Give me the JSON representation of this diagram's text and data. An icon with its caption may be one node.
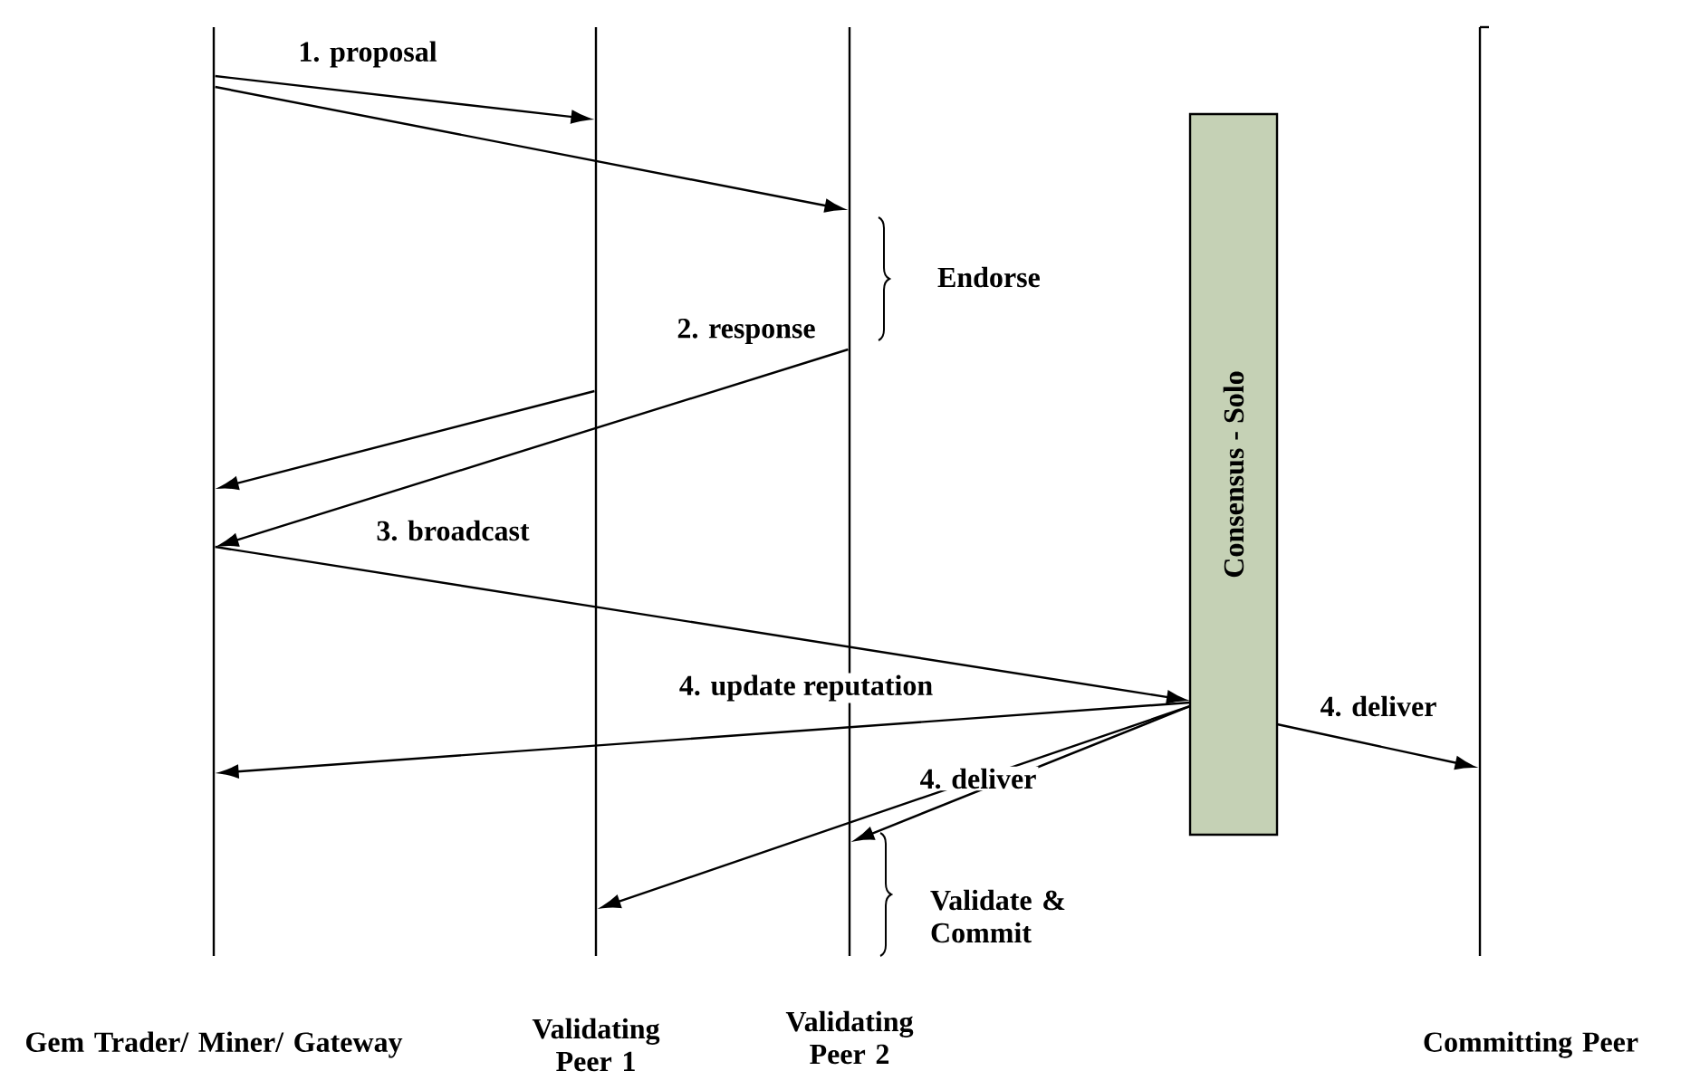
{
  "diagram": {
    "nodes": [
      {
        "text": [],
        "shape": "line"
      },
      {
        "text": [],
        "shape": "line"
      },
      {
        "text": [],
        "shape": "line"
      },
      {
        "text": [
          "Consensus - Solo"
        ]
      },
      {
        "text": [],
        "shape": "line"
      },
      {
        "text": [
          "Gem Trader/ Miner/ Gateway"
        ]
      },
      {
        "text": [
          "Validating Peer 1"
        ]
      },
      {
        "text": [
          "Validating Peer 2"
        ]
      },
      {
        "text": [
          "Committing Peer"
        ]
      }
    ],
    "edges": [
      {
        "from": 0,
        "to": 1,
        "arrow": "to",
        "label": "1. proposal"
      },
      {
        "from": 0,
        "to": 2,
        "arrow": "to"
      },
      {
        "from": 2,
        "to": 0,
        "arrow": "to",
        "label": "2. response"
      },
      {
        "from": 1,
        "to": 0,
        "arrow": "to"
      },
      {
        "from": 0,
        "to": 3,
        "arrow": "to",
        "label": "3. broadcast"
      },
      {
        "from": 3,
        "to": 0,
        "arrow": "to",
        "label": "4. update reputation"
      },
      {
        "from": 3,
        "to": 2,
        "arrow": "to",
        "label": "4. deliver"
      },
      {
        "from": 3,
        "to": 1,
        "arrow": "to"
      },
      {
        "from": 3,
        "to": 4,
        "arrow": "to",
        "label": "4. deliver"
      }
    ],
    "labels": [
      "Endorse",
      "Validate & Commit"
    ]
  }
}
